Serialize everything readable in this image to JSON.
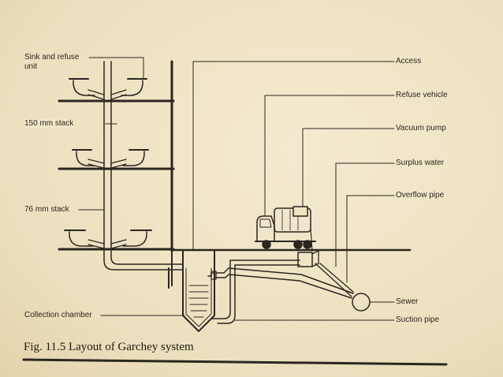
{
  "labels": {
    "sink_refuse_unit": "Sink and refuse unit",
    "stack_150": "150 mm stack",
    "stack_76": "76 mm stack",
    "collection_chamber": "Collection chamber",
    "access": "Access",
    "refuse_vehicle": "Refuse vehicle",
    "vacuum_pump": "Vacuum pump",
    "surplus_water": "Surplus water",
    "overflow_pipe": "Overflow pipe",
    "sewer": "Sewer",
    "suction_pipe": "Suction pipe"
  },
  "caption": "Fig. 11.5 Layout of Garchey system",
  "colors": {
    "paper": "#efe3c3",
    "ink": "#2b2620"
  }
}
